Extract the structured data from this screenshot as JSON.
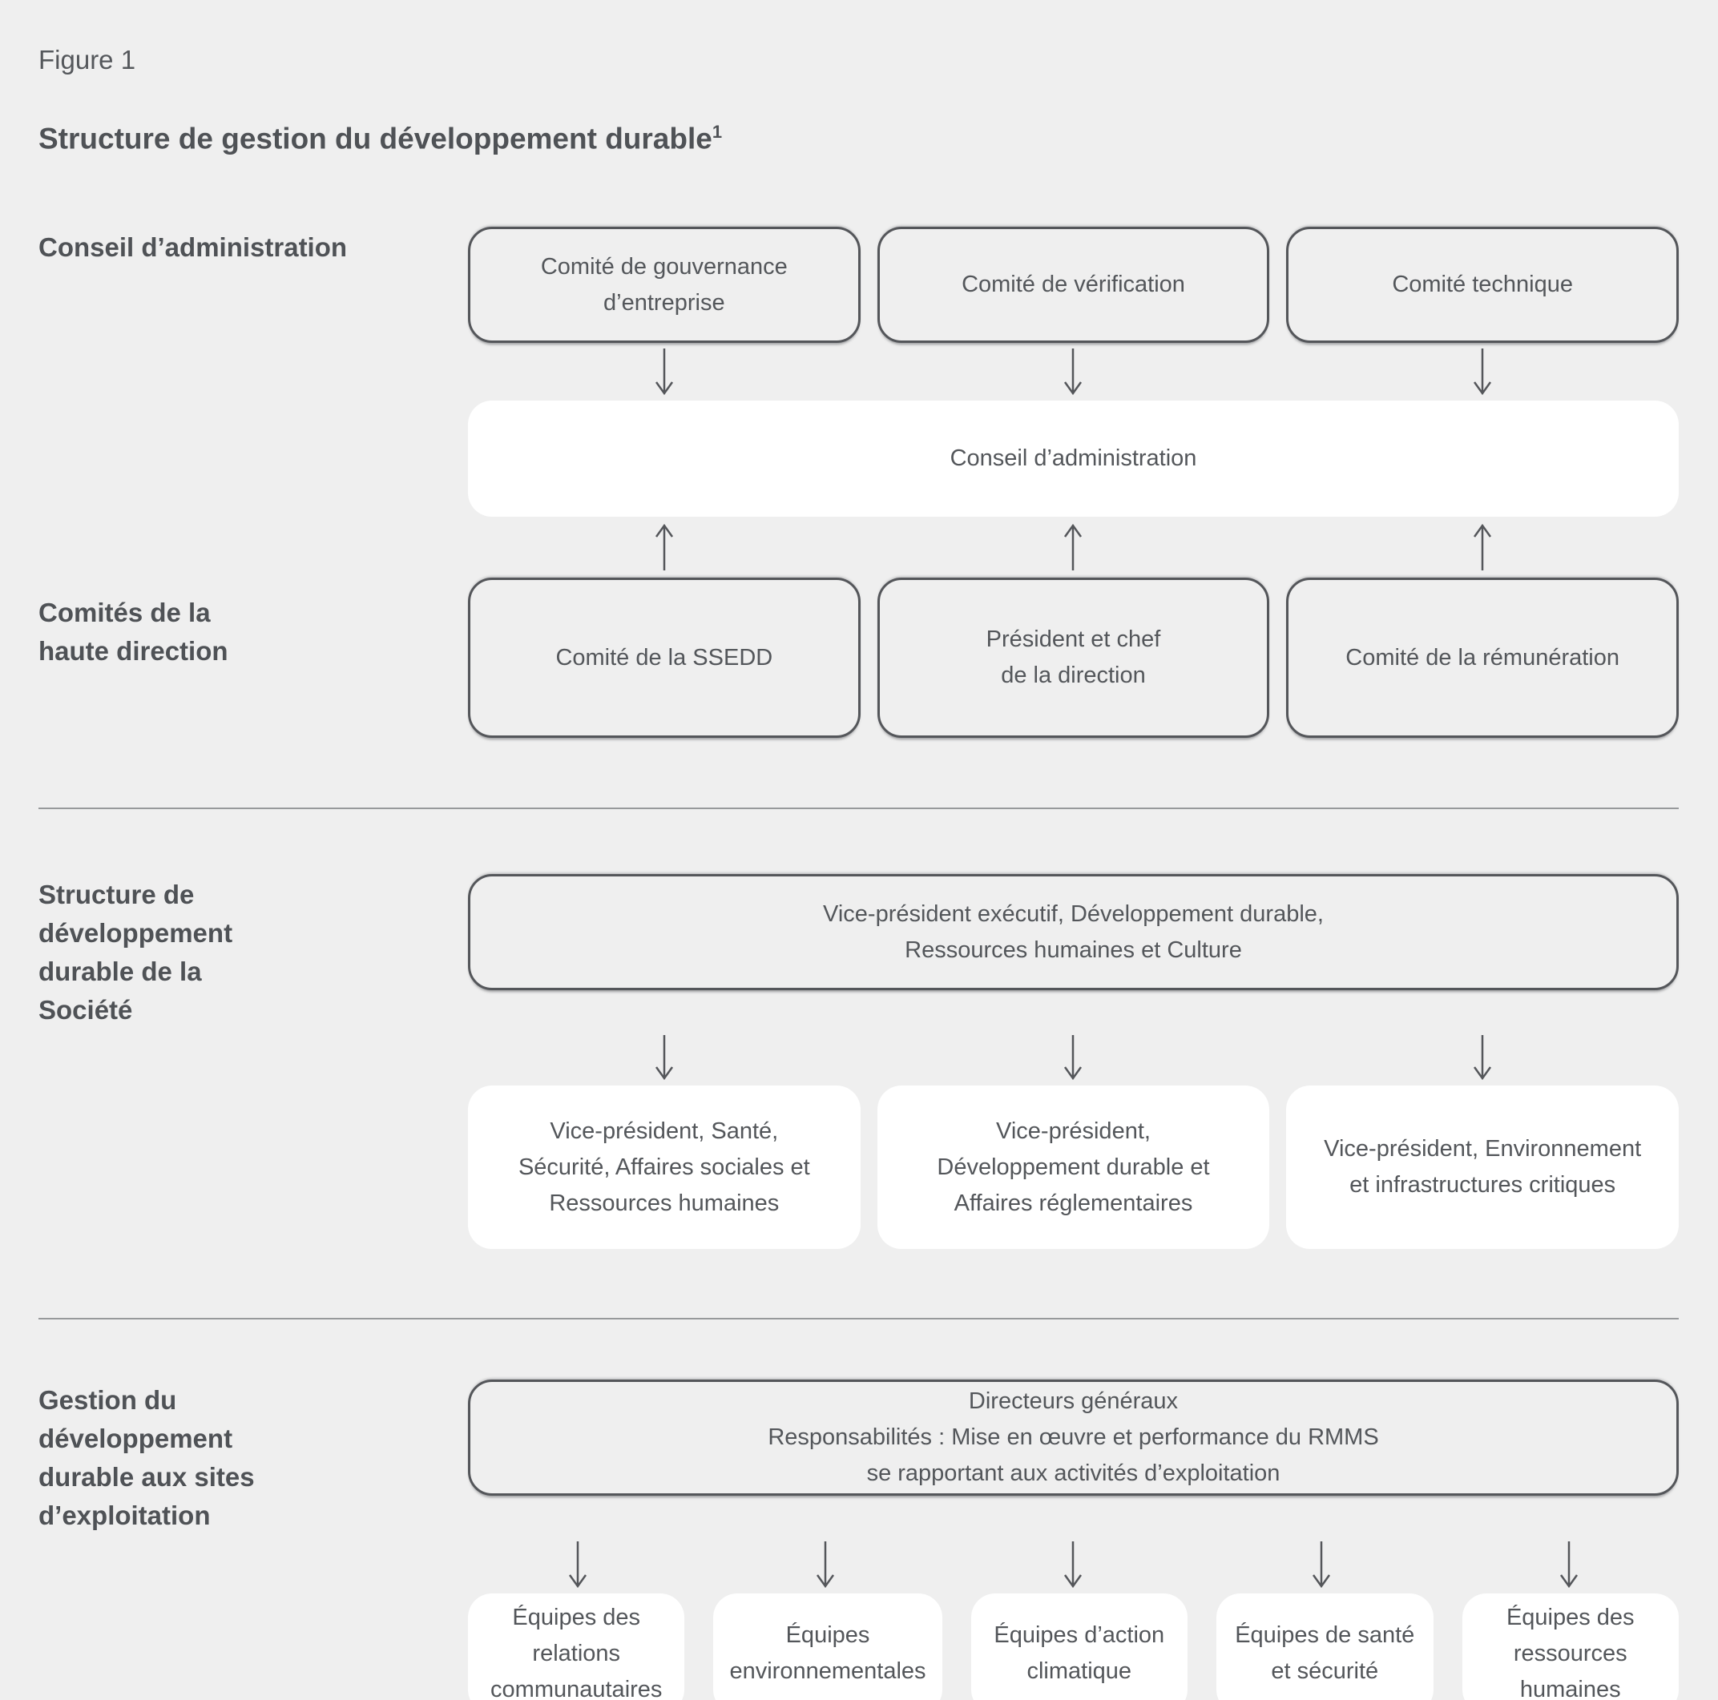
{
  "figure": {
    "label": "Figure 1",
    "title": "Structure de gestion du développement durable",
    "superscript": "1"
  },
  "colors": {
    "background": "#efefef",
    "box_border": "#54565a",
    "box_fill_gray": "#efefef",
    "box_fill_white": "#ffffff",
    "text": "#53565a",
    "divider": "#97999b"
  },
  "sections": {
    "board": {
      "label": "Conseil d’administration",
      "committees": [
        "Comité de gouvernance\nd’entreprise",
        "Comité de vérification",
        "Comité technique"
      ],
      "board_box": "Conseil d’administration",
      "executive_label": "Comités de la\nhaute direction",
      "executive_committees": [
        "Comité de la SSEDD",
        "Président et chef\nde la direction",
        "Comité de la rémunération"
      ]
    },
    "corporate": {
      "label": "Structure de\ndéveloppement\ndurable de la\nSociété",
      "header": "Vice-président exécutif, Développement durable,\nRessources humaines et Culture",
      "children": [
        "Vice-président, Santé,\nSécurité, Affaires sociales et\nRessources humaines",
        "Vice-président,\nDéveloppement durable et\nAffaires réglementaires",
        "Vice-président, Environnement\net infrastructures critiques"
      ]
    },
    "site": {
      "label": "Gestion du\ndéveloppement\ndurable aux sites\nd’exploitation",
      "header": "Directeurs généraux\nResponsabilités : Mise en œuvre et performance du RMMS\nse rapportant aux activités d’exploitation",
      "children": [
        "Équipes des\nrelations\ncommunautaires",
        "Équipes\nenvironnementales",
        "Équipes d’action\nclimatique",
        "Équipes de santé\net sécurité",
        "Équipes des\nressources\nhumaines"
      ]
    }
  }
}
